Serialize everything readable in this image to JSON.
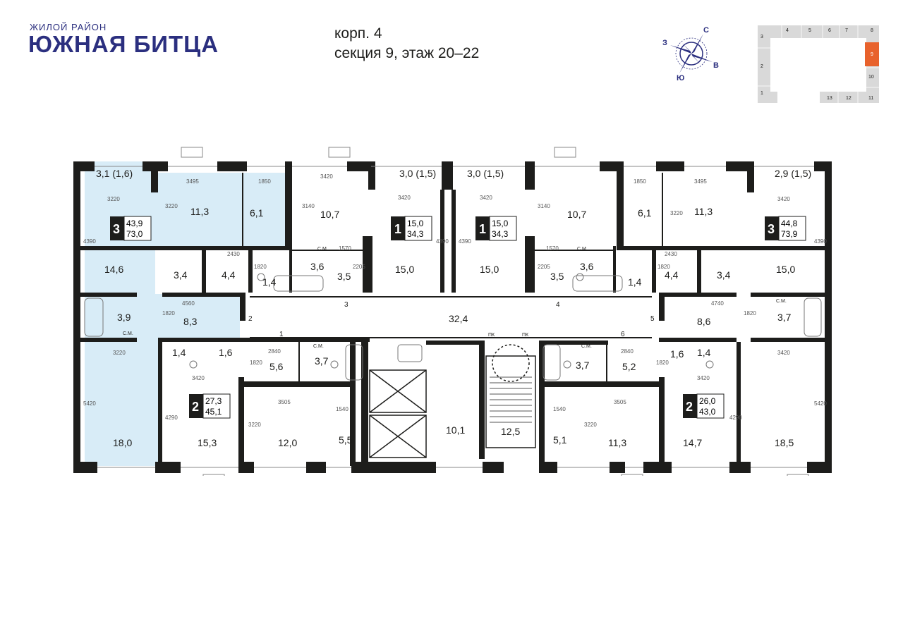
{
  "brand": {
    "subtitle": "ЖИЛОЙ РАЙОН",
    "title": "ЮЖНАЯ БИТЦА"
  },
  "header": {
    "building": "корп. 4",
    "section": "секция 9, этаж 20–22"
  },
  "compass": {
    "labels": [
      "С",
      "В",
      "Ю",
      "З"
    ]
  },
  "keymap": {
    "sections": [
      "1",
      "2",
      "3",
      "4",
      "5",
      "6",
      "7",
      "8",
      "9",
      "10",
      "11",
      "12",
      "13"
    ],
    "highlighted": "9",
    "highlight_color": "#e8622c"
  },
  "colors": {
    "highlight_fill": "#d8ecf7",
    "wall": "#1d1d1b"
  },
  "apartments": [
    {
      "rooms": "3",
      "living": "43,9",
      "total": "73,0",
      "highlighted": true
    },
    {
      "rooms": "1",
      "living": "15,0",
      "total": "34,3",
      "highlighted": false
    },
    {
      "rooms": "1",
      "living": "15,0",
      "total": "34,3",
      "highlighted": false
    },
    {
      "rooms": "3",
      "living": "44,8",
      "total": "73,9",
      "highlighted": false
    },
    {
      "rooms": "2",
      "living": "27,3",
      "total": "45,1",
      "highlighted": false
    },
    {
      "rooms": "2",
      "living": "26,0",
      "total": "43,0",
      "highlighted": false
    }
  ],
  "room_areas": {
    "a1": "3,1 (1,6)",
    "a2": "11,3",
    "a3": "6,1",
    "a4": "14,6",
    "a5": "3,4",
    "a6": "4,4",
    "a7": "1,4",
    "a8": "3,9",
    "a9": "8,3",
    "a10": "18,0",
    "b1": "10,7",
    "b2": "3,6",
    "b3": "3,5",
    "b4": "3,0 (1,5)",
    "b5": "15,0",
    "c1": "3,0 (1,5)",
    "c2": "15,0",
    "c3": "10,7",
    "c4": "3,5",
    "c5": "3,6",
    "d1": "6,1",
    "d2": "11,3",
    "d3": "2,9 (1,5)",
    "d4": "1,4",
    "d5": "4,4",
    "d6": "3,4",
    "d7": "15,0",
    "d8": "8,6",
    "d9": "3,7",
    "d10": "18,5",
    "corridor": "32,4",
    "e1": "1,4",
    "e2": "1,6",
    "e3": "5,6",
    "e4": "3,7",
    "e5": "15,3",
    "e6": "12,0",
    "e7": "5,5",
    "lift_hall": "10,1",
    "stair": "12,5",
    "f1": "3,7",
    "f2": "5,2",
    "f3": "1,6",
    "f4": "1,4",
    "f5": "5,1",
    "f6": "11,3",
    "f7": "14,7"
  },
  "door_numbers": [
    "1",
    "2",
    "3",
    "4",
    "5",
    "6"
  ],
  "dimensions": {
    "d3220a": "3220",
    "d3495a": "3495",
    "d1850a": "1850",
    "d3420a": "3420",
    "d3140a": "3140",
    "d1570a": "1570",
    "d2205a": "2205",
    "d4390a": "4390",
    "d3420b": "3420",
    "d4390b": "4390",
    "d3420c": "3420",
    "d3140b": "3140",
    "d1570b": "1570",
    "d2205b": "2205",
    "d4390c": "4390",
    "d1850b": "1850",
    "d3495b": "3495",
    "d3420d": "3420",
    "d4390d": "4390",
    "d3220b": "3220",
    "d2430a": "2430",
    "d1820a": "1820",
    "d2430b": "2430",
    "d1820b": "1820",
    "d3220c": "3220",
    "d4560": "4560",
    "d1820c": "1820",
    "d4740": "4740",
    "d1820d": "1820",
    "d3220d": "3220",
    "d5420a": "5420",
    "d2840a": "2840",
    "d1820e": "1820",
    "d3420e": "3420",
    "d4290a": "4290",
    "d3505a": "3505",
    "d1540a": "1540",
    "d3220e": "3220",
    "d1540b": "1540",
    "d3505b": "3505",
    "d3220f": "3220",
    "d2840b": "2840",
    "d1820f": "1820",
    "d3420f": "3420",
    "d4290b": "4290",
    "d3420g": "3420",
    "d5420b": "5420"
  },
  "fixtures": {
    "washer": "С.М.",
    "lift_tag": "ПК"
  }
}
